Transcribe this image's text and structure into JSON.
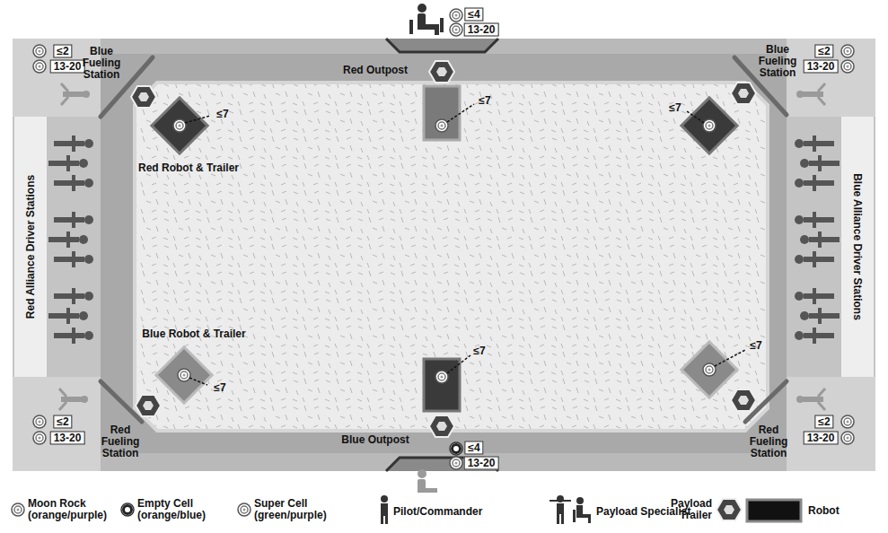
{
  "diagram": {
    "nodes": [
      {
        "text": [
          "Red Alliance Driver Stations"
        ]
      },
      {
        "text": [
          "Blue Alliance Driver Stations"
        ]
      }
    ],
    "labels": [
      "Red Outpost",
      "≤4",
      "13-20",
      "≤2",
      "13-20",
      "Blue Fueling Station",
      "Blue Fueling Station",
      "≤2",
      "13-20",
      "≤7",
      "Red Robot & Trailer",
      "≤7",
      "≤7",
      "Blue Robot & Trailer",
      "≤7",
      "≤7",
      "≤7",
      "Blue Outpost",
      "≤4",
      "13-20",
      "≤2",
      "13-20",
      "Red Fueling Station",
      "Red Fueling Station",
      "≤2",
      "13-20"
    ],
    "legend": [
      {
        "text": "Moon Rock (orange/purple)"
      },
      {
        "text": "Empty Cell (orange/blue)"
      },
      {
        "text": "Super Cell (green/purple)"
      },
      {
        "text": "Pilot/Commander"
      },
      {
        "text": "Payload Specialist"
      },
      {
        "text": "Payload Trailer"
      },
      {
        "text": "Robot"
      }
    ]
  }
}
